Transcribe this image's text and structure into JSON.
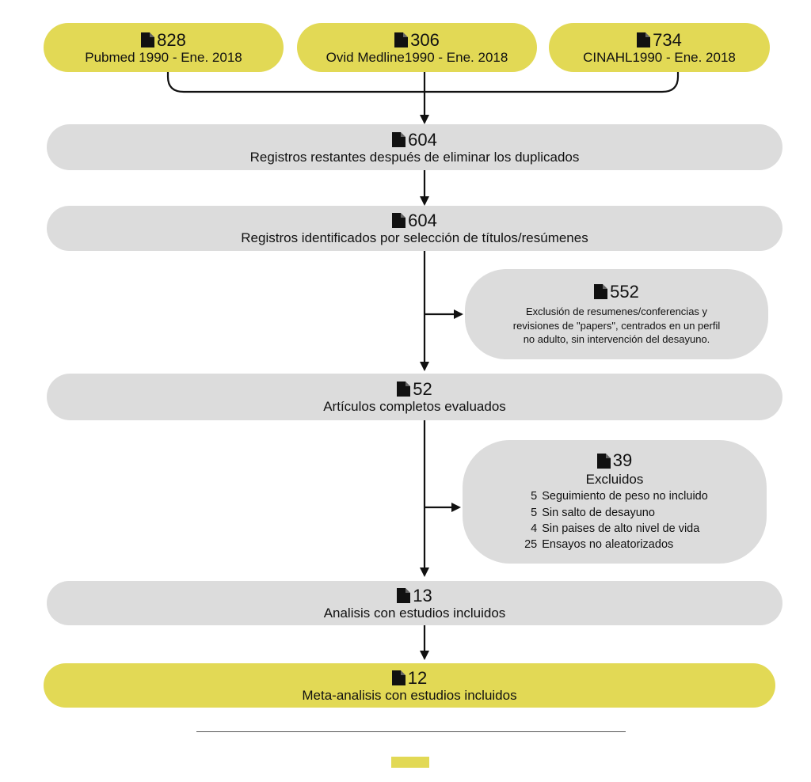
{
  "colors": {
    "yellow": "#e2d955",
    "gray": "#dcdcdc",
    "line": "#111111"
  },
  "icon": "document-icon",
  "sources": [
    {
      "count": "828",
      "label": "Pubmed 1990 - Ene. 2018"
    },
    {
      "count": "306",
      "label": "Ovid Medline1990 - Ene. 2018"
    },
    {
      "count": "734",
      "label": "CINAHL1990 - Ene. 2018"
    }
  ],
  "steps": {
    "dedup": {
      "count": "604",
      "label": "Registros restantes después de eliminar los duplicados"
    },
    "screened": {
      "count": "604",
      "label": "Registros identificados por selección de títulos/resúmenes"
    },
    "fulltext": {
      "count": "52",
      "label": "Artículos completos evaluados"
    },
    "analysis": {
      "count": "13",
      "label": "Analisis con estudios incluidos"
    },
    "meta": {
      "count": "12",
      "label": "Meta-analisis con estudios incluidos"
    }
  },
  "exclusion1": {
    "count": "552",
    "lines": [
      "Exclusión de resumenes/conferencias y",
      "revisiones de \"papers\", centrados en un perfil",
      "no adulto, sin intervención del desayuno."
    ]
  },
  "exclusion2": {
    "count": "39",
    "title": "Excluidos",
    "items": [
      {
        "n": "5",
        "text": "Seguimiento de peso no incluido"
      },
      {
        "n": "5",
        "text": "Sin salto de desayuno"
      },
      {
        "n": "4",
        "text": "Sin paises de alto nivel de vida"
      },
      {
        "n": "25",
        "text": "Ensayos no aleatorizados"
      }
    ]
  }
}
